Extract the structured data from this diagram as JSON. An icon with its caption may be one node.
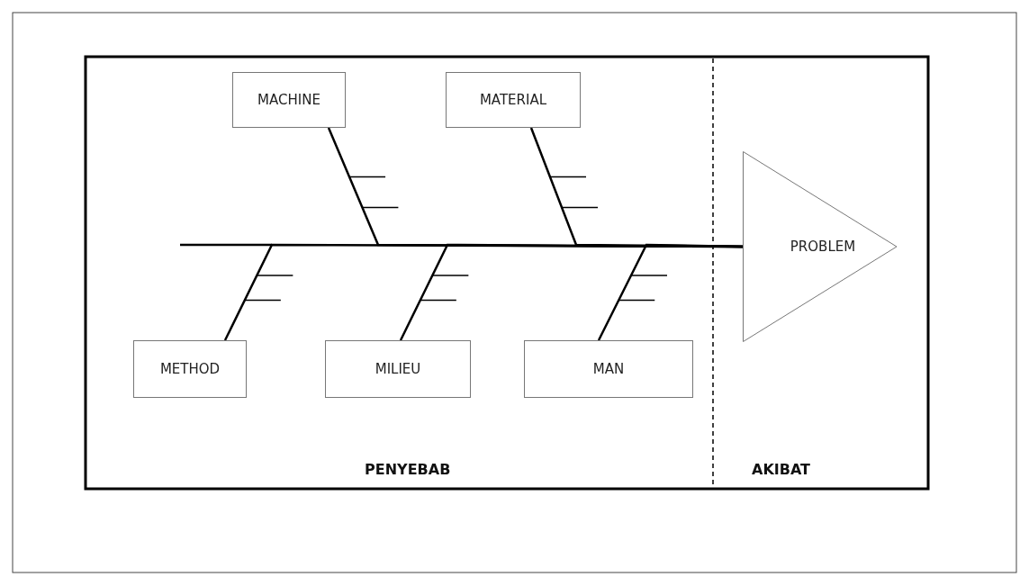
{
  "diagram": {
    "nodes": [
      {
        "text": [
          "MACHINE"
        ]
      },
      {
        "text": [
          "MATERIAL"
        ]
      },
      {
        "text": [
          "METHOD"
        ]
      },
      {
        "text": [
          "MILIEU"
        ]
      },
      {
        "text": [
          "MAN"
        ]
      },
      {
        "text": [
          "PROBLEM"
        ]
      }
    ],
    "edges": [
      {
        "from": 0,
        "to": 5,
        "arrow": "none"
      },
      {
        "from": 1,
        "to": 5,
        "arrow": "none"
      },
      {
        "from": 2,
        "to": 5,
        "arrow": "none"
      },
      {
        "from": 3,
        "to": 5,
        "arrow": "none"
      },
      {
        "from": 4,
        "to": 5,
        "arrow": "none"
      }
    ],
    "labels": [
      "PENYEBAB",
      "AKIBAT"
    ]
  }
}
